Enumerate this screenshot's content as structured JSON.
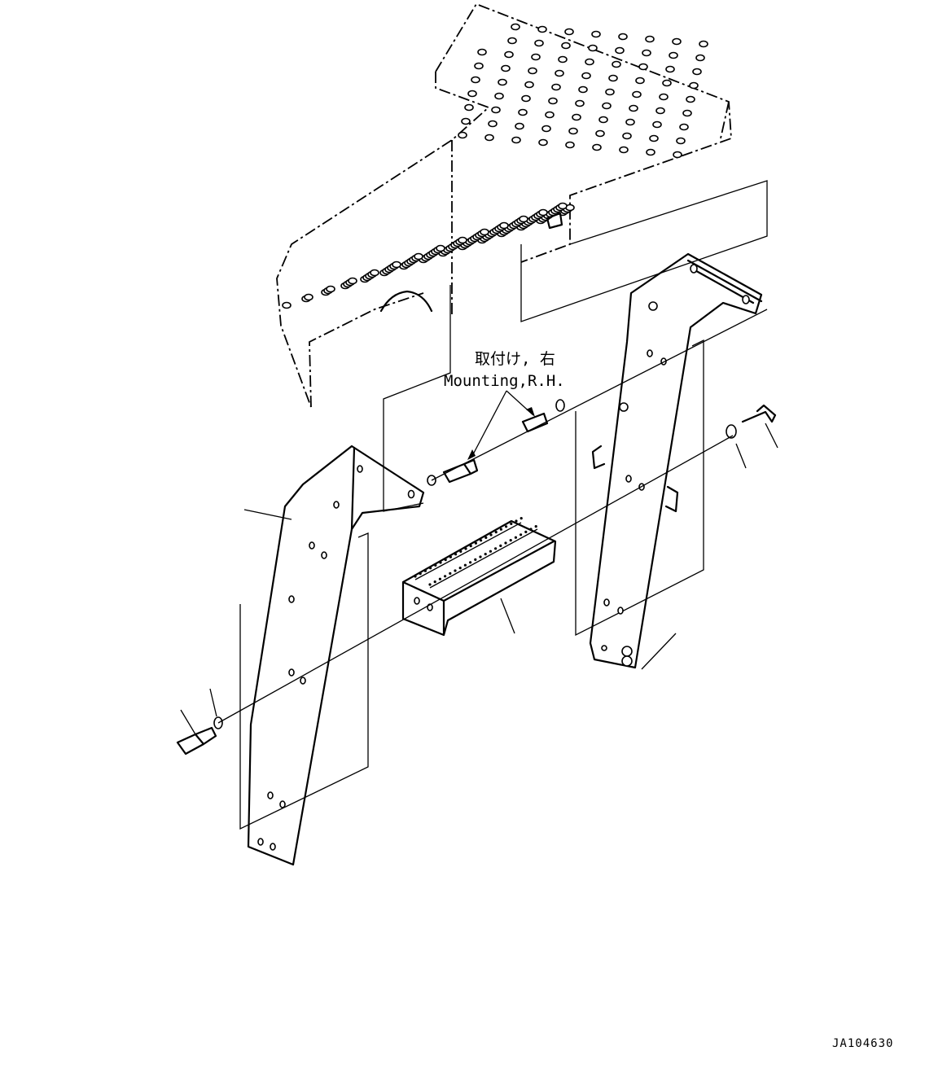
{
  "callout": {
    "label_jp": "取付け, 右",
    "label_en": "Mounting,R.H."
  },
  "drawing_code": "JA104630",
  "parts": [
    "step-cover",
    "left-bracket",
    "right-bracket",
    "step",
    "bolt",
    "washer"
  ]
}
